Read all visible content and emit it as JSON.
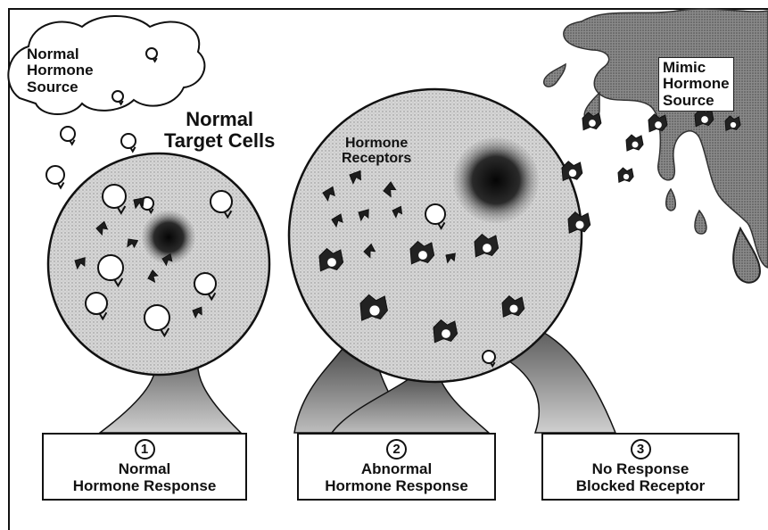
{
  "labels": {
    "normal_source": [
      "Normal",
      "Hormone",
      "Source"
    ],
    "mimic_source": [
      "Mimic",
      "Hormone",
      "Source"
    ],
    "target_cells": [
      "Normal",
      "Target Cells"
    ],
    "receptors": [
      "Hormone",
      "Receptors"
    ]
  },
  "responses": [
    {
      "number": "1",
      "lines": [
        "Normal",
        "Hormone Response"
      ]
    },
    {
      "number": "2",
      "lines": [
        "Abnormal",
        "Hormone Response"
      ]
    },
    {
      "number": "3",
      "lines": [
        "No Response",
        "Blocked Receptor"
      ]
    }
  ],
  "colors": {
    "cell_fill": "#c9c9c9",
    "nucleus": "#1a1a1a",
    "mimic_fill": "#9a9a9a",
    "outline": "#111111",
    "background": "#ffffff"
  },
  "icons": [
    "normal-hormone-icon",
    "mimic-hormone-icon",
    "receptor-icon",
    "nucleus-icon",
    "cloud-icon",
    "drip-icon"
  ]
}
